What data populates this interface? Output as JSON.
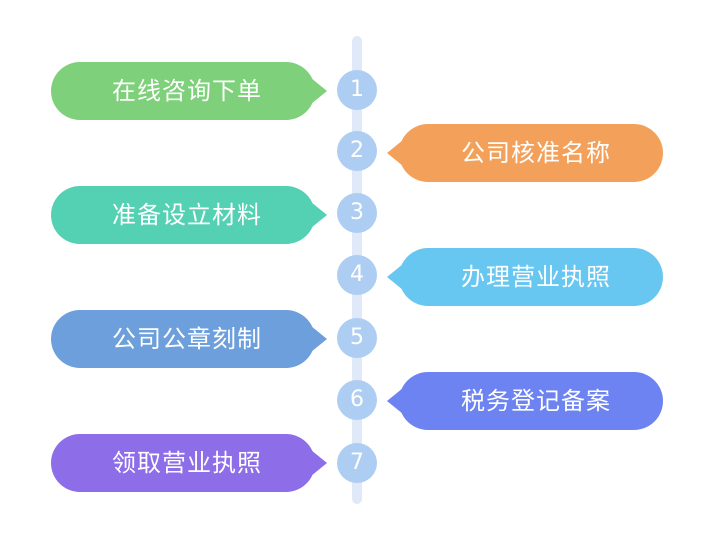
{
  "steps": [
    {
      "number": "1",
      "label": "在线咨询下单",
      "color": "#7ed07b",
      "side": "left"
    },
    {
      "number": "2",
      "label": "公司核准名称",
      "color": "#f3a15a",
      "side": "right"
    },
    {
      "number": "3",
      "label": "准备设立材料",
      "color": "#54d0b3",
      "side": "left"
    },
    {
      "number": "4",
      "label": "办理营业执照",
      "color": "#68c7f1",
      "side": "right"
    },
    {
      "number": "5",
      "label": "公司公章刻制",
      "color": "#6d9fdc",
      "side": "left"
    },
    {
      "number": "6",
      "label": "税务登记备案",
      "color": "#6d83f1",
      "side": "right"
    },
    {
      "number": "7",
      "label": "领取营业执照",
      "color": "#8d6de8",
      "side": "left"
    }
  ],
  "track_color": "#dfe9f7",
  "node_color": "#aecdf3"
}
